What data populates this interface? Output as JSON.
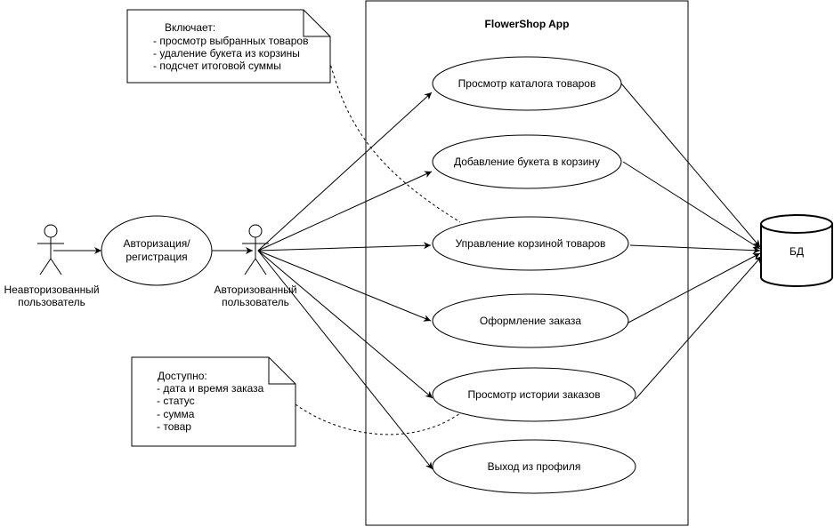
{
  "system": {
    "title": "FlowerShop App"
  },
  "actors": {
    "guest": {
      "line1": "Неавторизованный",
      "line2": "пользователь"
    },
    "user": {
      "line1": "Авторизованный",
      "line2": "пользователь"
    }
  },
  "use_cases": {
    "auth": {
      "line1": "Авторизация/",
      "line2": "регистрация"
    },
    "catalog": "Просмотр каталога товаров",
    "add_to_cart": "Добавление букета в корзину",
    "manage_cart": "Управление корзиной товаров",
    "checkout": "Оформление заказа",
    "history": "Просмотр истории заказов",
    "logout": "Выход из профиля"
  },
  "database": {
    "label": "БД"
  },
  "notes": {
    "cart": {
      "title": "Включает:",
      "items": [
        "- просмотр выбранных товаров",
        "- удаление букета из корзины",
        "- подсчет итоговой суммы"
      ]
    },
    "history": {
      "title": "Доступно:",
      "items": [
        "- дата и время заказа",
        "- статус",
        "- сумма",
        "- товар"
      ]
    }
  }
}
